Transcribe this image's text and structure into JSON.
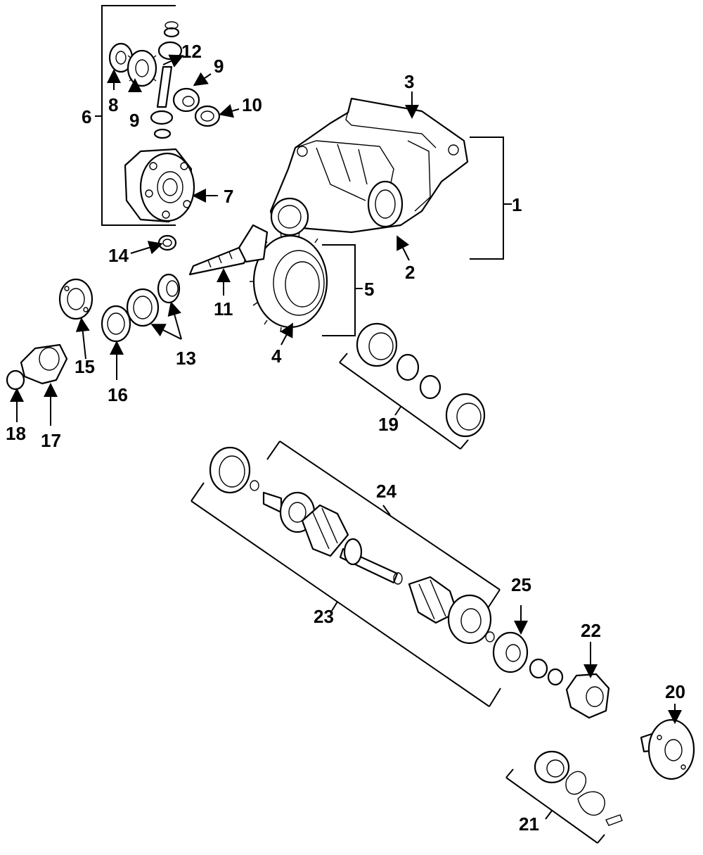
{
  "diagram": {
    "callouts": [
      {
        "id": "c1",
        "label": "1"
      },
      {
        "id": "c2",
        "label": "2"
      },
      {
        "id": "c3",
        "label": "3"
      },
      {
        "id": "c4",
        "label": "4"
      },
      {
        "id": "c5",
        "label": "5"
      },
      {
        "id": "c6",
        "label": "6"
      },
      {
        "id": "c7",
        "label": "7"
      },
      {
        "id": "c8",
        "label": "8"
      },
      {
        "id": "c9a",
        "label": "9"
      },
      {
        "id": "c9b",
        "label": "9"
      },
      {
        "id": "c10",
        "label": "10"
      },
      {
        "id": "c11",
        "label": "11"
      },
      {
        "id": "c12",
        "label": "12"
      },
      {
        "id": "c13",
        "label": "13"
      },
      {
        "id": "c14",
        "label": "14"
      },
      {
        "id": "c15",
        "label": "15"
      },
      {
        "id": "c16",
        "label": "16"
      },
      {
        "id": "c17",
        "label": "17"
      },
      {
        "id": "c18",
        "label": "18"
      },
      {
        "id": "c19",
        "label": "19"
      },
      {
        "id": "c20",
        "label": "20"
      },
      {
        "id": "c21",
        "label": "21"
      },
      {
        "id": "c22",
        "label": "22"
      },
      {
        "id": "c23",
        "label": "23"
      },
      {
        "id": "c24",
        "label": "24"
      },
      {
        "id": "c25",
        "label": "25"
      }
    ]
  }
}
